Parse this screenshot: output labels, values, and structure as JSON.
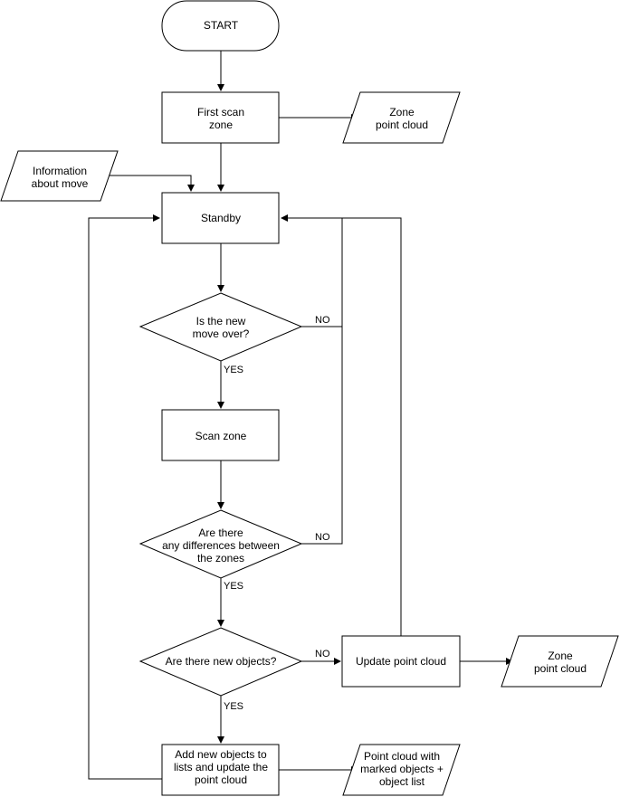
{
  "nodes": {
    "start": "START",
    "first_scan": [
      "First scan",
      "zone"
    ],
    "zone_cloud_top": [
      "Zone",
      "point cloud"
    ],
    "info_move": [
      "Information",
      "about move"
    ],
    "standby": "Standby",
    "move_over": [
      "Is the new",
      "move over?"
    ],
    "scan_zone": "Scan zone",
    "differences": [
      "Are there",
      "any differences between",
      "the zones"
    ],
    "new_objects": "Are there new objects?",
    "update_cloud": "Update point cloud",
    "zone_cloud_right": [
      "Zone",
      "point cloud"
    ],
    "add_objects": [
      "Add new objects to",
      "lists and update the",
      "point cloud"
    ],
    "marked_cloud": [
      "Point cloud with",
      "marked objects +",
      "object list"
    ]
  },
  "edge_labels": {
    "move_over_no": "NO",
    "move_over_yes": "YES",
    "differences_no": "NO",
    "differences_yes": "YES",
    "new_objects_no": "NO",
    "new_objects_yes": "YES"
  }
}
